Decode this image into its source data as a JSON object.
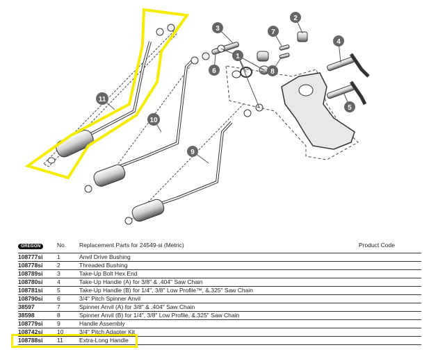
{
  "callouts": [
    "1",
    "2",
    "3",
    "4",
    "5",
    "6",
    "7",
    "8",
    "9",
    "10",
    "11"
  ],
  "colors": {
    "highlight": "#f5ec00",
    "callout": "#666666"
  },
  "table": {
    "brand_logo": "OREGON",
    "header": {
      "no": "No.",
      "description": "Replacement Parts for 24549-si (Metric)",
      "code": "Product Code"
    },
    "rows": [
      {
        "sku": "108777si",
        "no": "1",
        "description": "Anvil Drive Bushing"
      },
      {
        "sku": "108778si",
        "no": "2",
        "description": "Threaded Bushing"
      },
      {
        "sku": "108789si",
        "no": "3",
        "description": "Take-Up Bolt Hex End"
      },
      {
        "sku": "108780si",
        "no": "4",
        "description": "Take-Up Handle (A) for 3/8\" & .404\" Saw Chain"
      },
      {
        "sku": "108781si",
        "no": "5",
        "description": "Take-Up Handle (B) for 1/4\", 3/8\" Low Profile™, &.325\" Saw Chain"
      },
      {
        "sku": "108790si",
        "no": "6",
        "description": "3/4\" Pitch Spinner Anvil"
      },
      {
        "sku": "38597",
        "no": "7",
        "description": "Spinner Anvil (A) for 3/8\" & .404\" Saw Chain"
      },
      {
        "sku": "38598",
        "no": "8",
        "description": "Spinner Anvil (B) for 1/4\", 3/8\" Low Profile, &.325\" Saw Chain"
      },
      {
        "sku": "108779si",
        "no": "9",
        "description": "Handle Assembly"
      },
      {
        "sku": "108742si",
        "no": "10",
        "description": "3/4\" Pitch Adapter Kit"
      },
      {
        "sku": "108788si",
        "no": "11",
        "description": "Extra-Long Handle"
      }
    ]
  }
}
